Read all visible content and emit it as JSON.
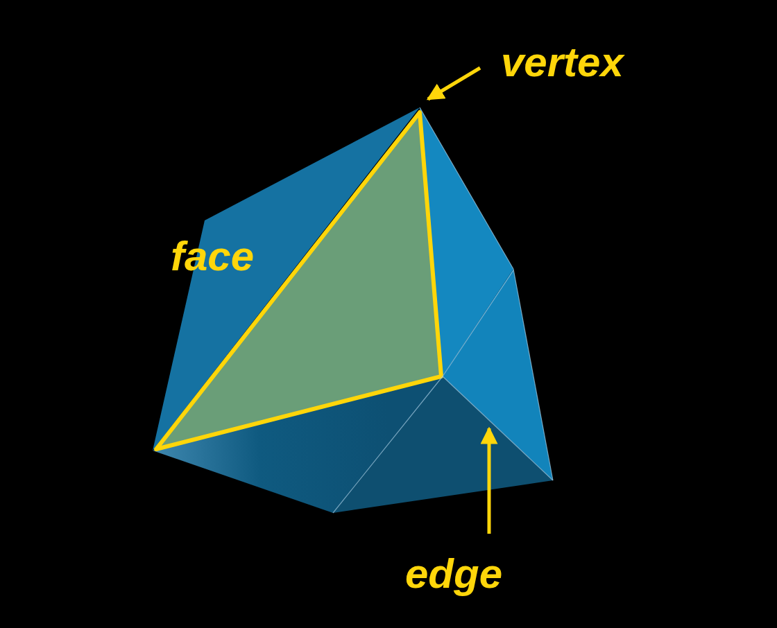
{
  "diagram": {
    "labels": [
      "vertex",
      "face",
      "edge"
    ]
  }
}
